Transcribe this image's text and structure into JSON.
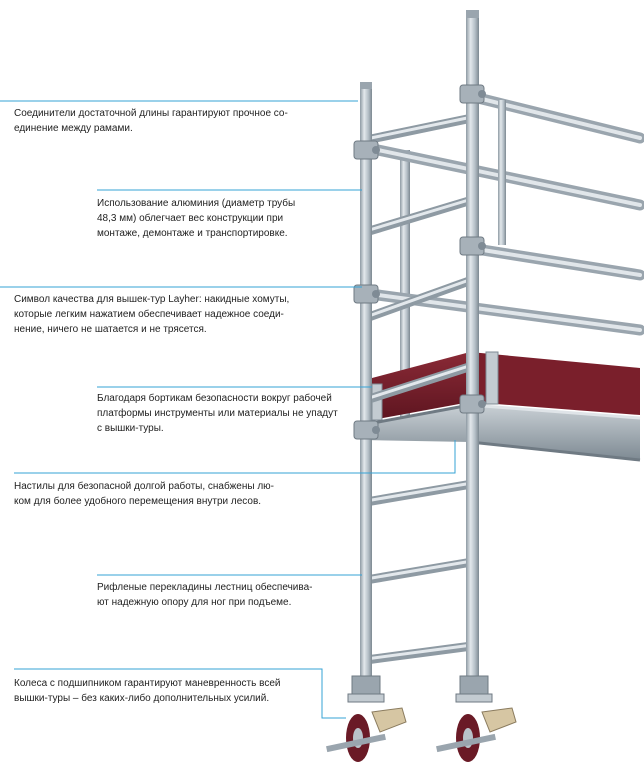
{
  "colors": {
    "callout_line": "#36a3d6",
    "tube": "#b9c2c9",
    "tube_shadow": "#7f8b95",
    "toe_board": "#7a1f2b",
    "wheel": "#6a1a26"
  },
  "callouts": [
    {
      "id": "connectors",
      "lines": [
        "Соединители достаточной длины гарантируют прочное со-",
        "единение между рамами."
      ]
    },
    {
      "id": "aluminium",
      "lines": [
        "Использование алюминия (диаметр трубы",
        "48,3 мм) облегчает вес конструкции при",
        "монтаже, демонтаже и транспортировке."
      ]
    },
    {
      "id": "clamps",
      "lines": [
        "Символ качества для вышек-тур Layher: накидные хомуты,",
        "которые легким нажатием  обеспечивает надежное соеди-",
        "нение, ничего не шатается и не трясется."
      ]
    },
    {
      "id": "toe-boards",
      "lines": [
        "Благодаря бортикам безопасности вокруг рабочей",
        "платформы инструменты или материалы не упадут",
        "с вышки-туры."
      ]
    },
    {
      "id": "decks",
      "lines": [
        "Настилы для безопасной долгой работы, снабжены лю-",
        "ком для более удобного перемещения внутри лесов."
      ]
    },
    {
      "id": "rungs",
      "lines": [
        "Рифленые перекладины лестниц обеспечива-",
        "ют надежную  опору для ног при подъеме."
      ]
    },
    {
      "id": "wheels",
      "lines": [
        "Колеса с подшипником гарантируют маневренность всей",
        "вышки-туры  –  без каких-либо дополнительных усилий."
      ]
    }
  ]
}
